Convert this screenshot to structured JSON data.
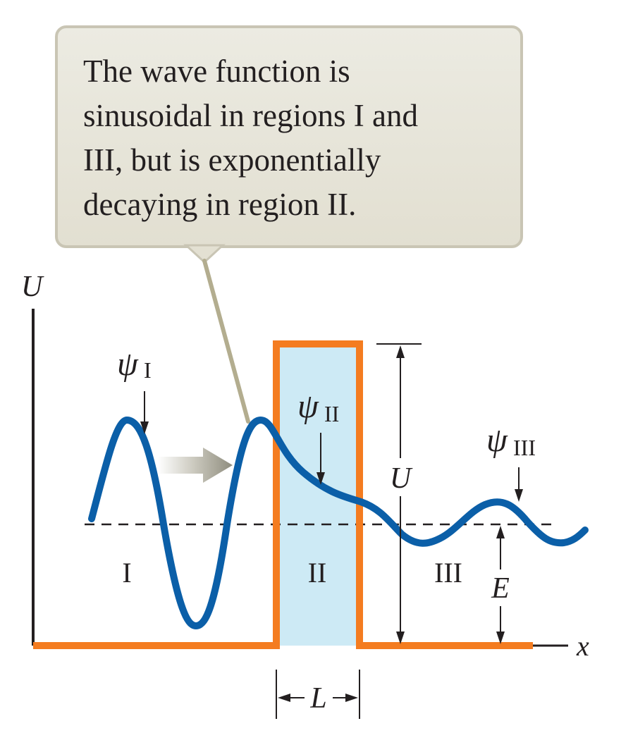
{
  "callout": {
    "lines": [
      "The wave function is",
      "sinusoidal in regions I and",
      "III, but is exponentially",
      "decaying in region II."
    ]
  },
  "axes": {
    "y_label": "U",
    "x_label": "x"
  },
  "regions": {
    "r1": "I",
    "r2": "II",
    "r3": "III"
  },
  "psi": {
    "symbol": "ψ",
    "sub_1": "I",
    "sub_2": "II",
    "sub_3": "III"
  },
  "dimensions": {
    "barrier_height": "U",
    "energy": "E",
    "width": "L"
  },
  "colors": {
    "potential": "#f47c20",
    "barrier_fill": "#cdeaf5",
    "wave": "#0b5fa8",
    "callout_bg": "#e7e4d8",
    "callout_border": "#c9c5b4",
    "pointer": "#b3ad8f",
    "arrow": "#9a9889"
  }
}
